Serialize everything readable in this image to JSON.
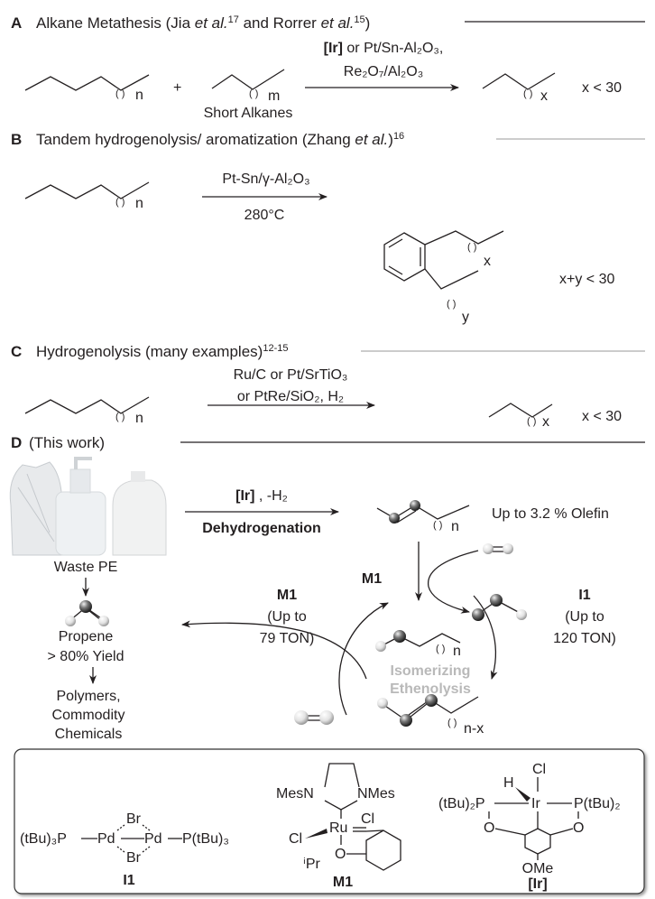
{
  "section_a": {
    "letter": "A",
    "title_1": "Alkane Metathesis (Jia ",
    "etal": "et al.",
    "ref_1": "17",
    "title_2": " and Rorrer ",
    "ref_2": "15",
    "close": ")",
    "catalyst_bold": "[Ir]",
    "conditions_1": " or Pt/Sn-Al₂O₃,",
    "conditions_2": "Re₂O₇/Al₂O₃",
    "plus": "+",
    "sub_n": "n",
    "sub_m": "m",
    "sub_x": "x",
    "short_alkanes": "Short Alkanes",
    "result": "x < 30"
  },
  "section_b": {
    "letter": "B",
    "title_1": "Tandem hydrogenolysis/ aromatization (Zhang ",
    "etal": "et al.",
    "close": ")",
    "ref": "16",
    "conditions_1": "Pt-Sn/γ-Al₂O₃",
    "conditions_2": "280°C",
    "sub_n": "n",
    "sub_x": "x",
    "sub_y": "y",
    "result": "x+y < 30"
  },
  "section_c": {
    "letter": "C",
    "title": "Hydrogenolysis (many examples)",
    "ref": "12-15",
    "conditions_1": "Ru/C or Pt/SrTiO₃",
    "conditions_2": "or PtRe/SiO₂, H₂",
    "sub_n": "n",
    "sub_x": "x",
    "result": "x < 30"
  },
  "section_d": {
    "letter": "D",
    "title": "(This work)",
    "waste_pe": "Waste PE",
    "catalyst_bold": "[Ir]",
    "conditions_1": " , -H₂",
    "dehydrogenation": "Dehydrogenation",
    "olefin": "Up to 3.2  % Olefin",
    "sub_n": "n",
    "sub_nx": "n-x",
    "m1_top": "M1",
    "propene": "Propene",
    "yield": "> 80% Yield",
    "products": [
      "Polymers,",
      "Commodity",
      "Chemicals"
    ],
    "cycle": [
      "Isomerizing",
      "Ethenolysis"
    ],
    "left_catalyst": {
      "name": "M1",
      "line1": "(Up to",
      "line2": "79 TON)"
    },
    "right_catalyst": {
      "name": "I1",
      "line1": "(Up to",
      "line2": "120 TON)"
    }
  },
  "catalysts": {
    "i1": {
      "label": "I1",
      "br": "Br",
      "left": "(tBu)₃P",
      "pd": "Pd",
      "right": "P(tBu)₃"
    },
    "m1": {
      "label": "M1",
      "mesn": "MesN",
      "nmes": "NMes",
      "ru": "Ru",
      "cl": "Cl",
      "o": "O",
      "ipr": "ⁱPr"
    },
    "ir": {
      "label": "[Ir]",
      "h": "H",
      "cl": "Cl",
      "left": "(tBu)₂P",
      "ir": "Ir",
      "right": "P(tBu)₂",
      "o": "O",
      "ome": "OMe"
    }
  }
}
